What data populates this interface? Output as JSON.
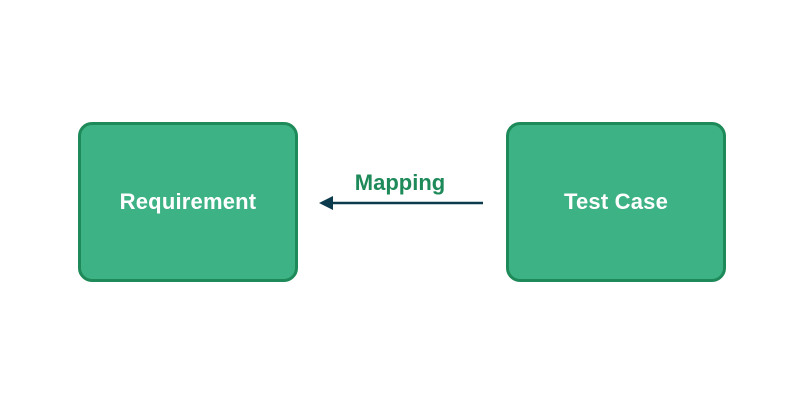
{
  "diagram": {
    "nodes": {
      "requirement": {
        "label": "Requirement"
      },
      "test_case": {
        "label": "Test Case"
      }
    },
    "edge": {
      "label": "Mapping",
      "from": "Test Case",
      "to": "Requirement"
    }
  },
  "colors": {
    "node_fill": "#3db285",
    "node_border": "#1e8a5a",
    "node_text": "#ffffff",
    "edge_label": "#1e8a5a",
    "arrow": "#0c3b4e"
  }
}
